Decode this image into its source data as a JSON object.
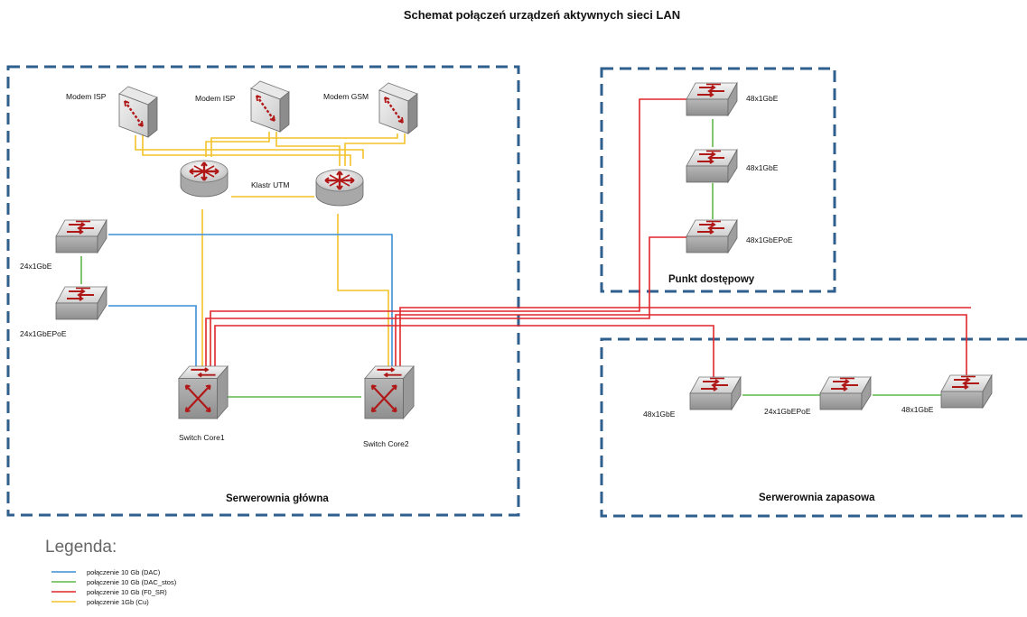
{
  "title": "Schemat połączeń urządzeń aktywnych sieci LAN",
  "zones": {
    "main": "Serwerownia główna",
    "access": "Punkt dostępowy",
    "backup": "Serwerownia zapasowa"
  },
  "devices": {
    "modem_isp_1": "Modem ISP",
    "modem_isp_2": "Modem ISP",
    "modem_gsm": "Modem GSM",
    "utm_cluster": "Klastr UTM",
    "sw_24_main": "24x1GbE",
    "sw_24poe_main": "24x1GbEPoE",
    "core1": "Switch Core1",
    "core2": "Switch Core2",
    "ap_sw1": "48x1GbE",
    "ap_sw2": "48x1GbE",
    "ap_sw3": "48x1GbEPoE",
    "bk_sw1": "48x1GbE",
    "bk_sw2": "24x1GbEPoE",
    "bk_sw3": "48x1GbE"
  },
  "legend": {
    "heading": "Legenda:",
    "items": [
      {
        "label": "połączenie 10 Gb (DAC)",
        "color": "#3b8fd6"
      },
      {
        "label": "połączenie 10 Gb (DAC_stos)",
        "color": "#5fb84a"
      },
      {
        "label": "połączenie 10 Gb (F0_SR)",
        "color": "#e0262a"
      },
      {
        "label": "połączenie 1Gb (Cu)",
        "color": "#f4c22b"
      }
    ]
  },
  "colors": {
    "dac": "#3b8fd6",
    "dac_stack": "#5fb84a",
    "fiber": "#e0262a",
    "copper": "#f4c22b",
    "frame": "#2f5f8c"
  }
}
